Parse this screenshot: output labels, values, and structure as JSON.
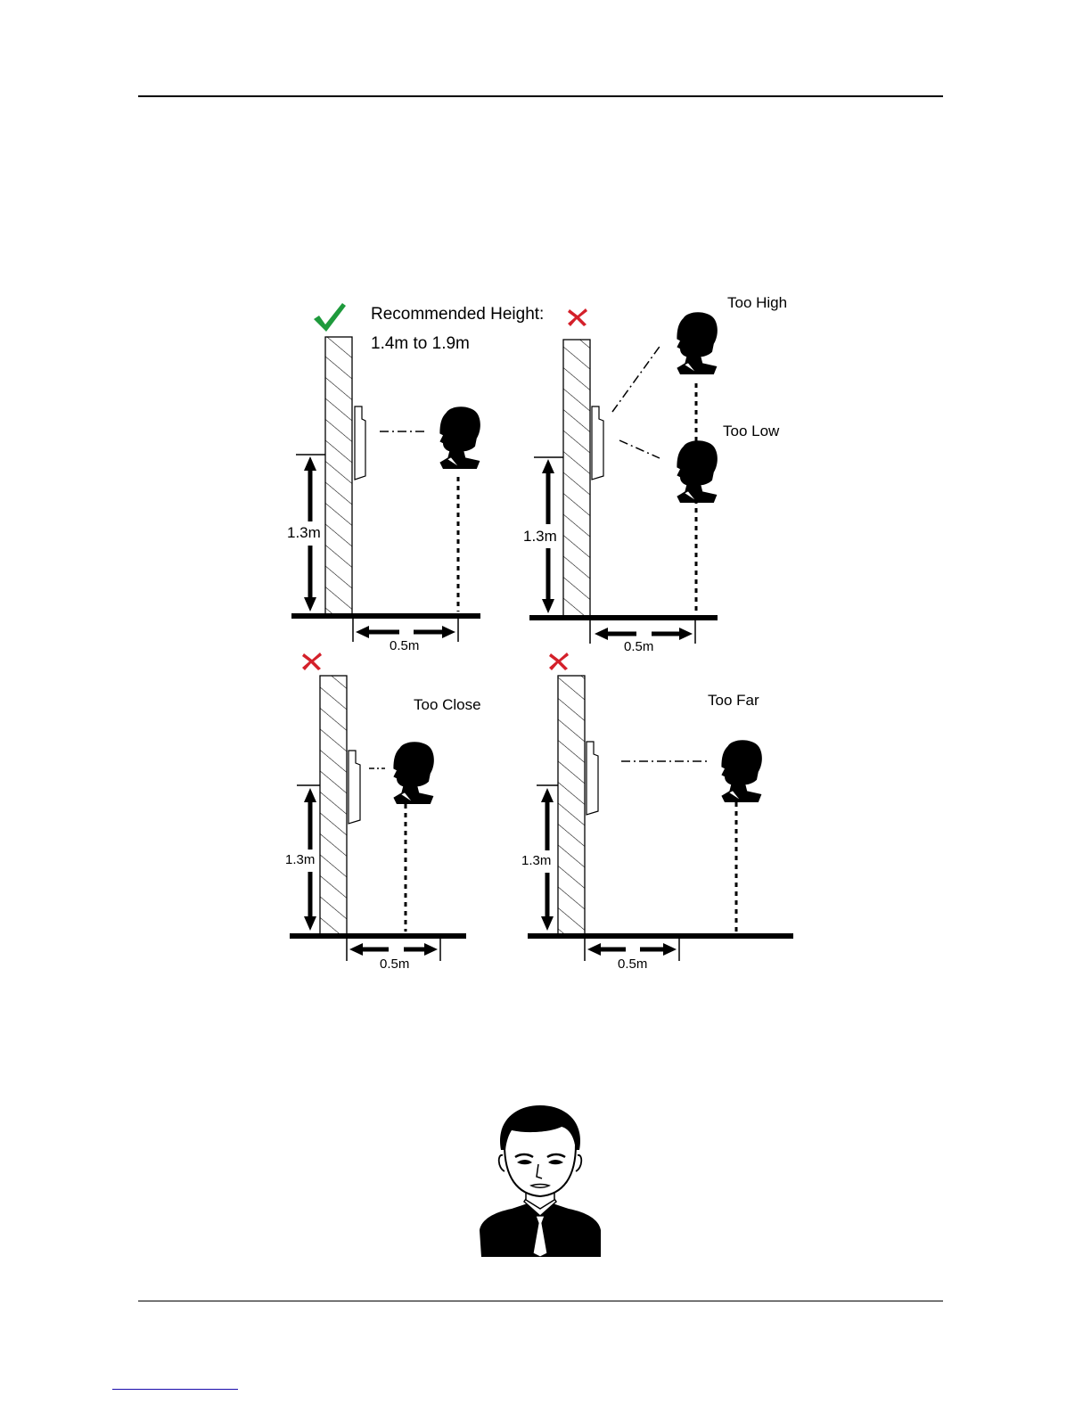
{
  "panels": {
    "recommended": {
      "status": "correct",
      "caption_line1": "Recommended Height:",
      "caption_line2": "1.4m to 1.9m",
      "height_label": "1.3m",
      "distance_label": "0.5m"
    },
    "high_low": {
      "status": "incorrect",
      "label_high": "Too High",
      "label_low": "Too Low",
      "height_label": "1.3m",
      "distance_label": "0.5m"
    },
    "too_close": {
      "status": "incorrect",
      "label": "Too Close",
      "height_label": "1.3m",
      "distance_label": "0.5m"
    },
    "too_far": {
      "status": "incorrect",
      "label": "Too Far",
      "height_label": "1.3m",
      "distance_label": "0.5m"
    }
  },
  "colors": {
    "check": "#1e9a3c",
    "cross": "#d4202a",
    "ink": "#000000"
  },
  "icons": {
    "correct": "check-icon",
    "incorrect": "cross-icon"
  }
}
